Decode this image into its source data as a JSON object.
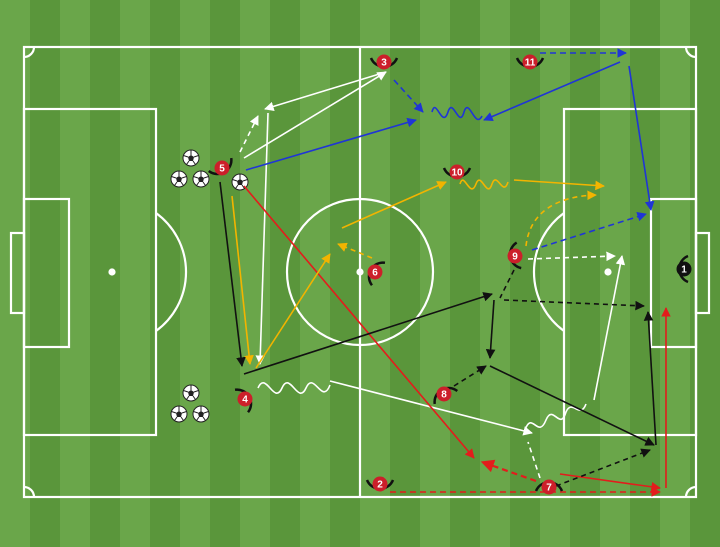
{
  "diagram": {
    "colors": {
      "grass_light": "#6aa64a",
      "grass_dark": "#5a963b",
      "lines": "#ffffff",
      "player": "#cc1f2a",
      "player_text": "#ffffff",
      "keeper": "#111111",
      "blue": "#1f35d6",
      "red": "#e31c1c",
      "orange": "#f2b400",
      "black": "#111111",
      "white": "#ffffff"
    },
    "players": [
      {
        "id": "p3",
        "number": "3"
      },
      {
        "id": "p11",
        "number": "11"
      },
      {
        "id": "p5",
        "number": "5"
      },
      {
        "id": "p10",
        "number": "10"
      },
      {
        "id": "p6",
        "number": "6"
      },
      {
        "id": "p9",
        "number": "9"
      },
      {
        "id": "p4",
        "number": "4"
      },
      {
        "id": "p8",
        "number": "8"
      },
      {
        "id": "p2",
        "number": "2"
      },
      {
        "id": "p7",
        "number": "7"
      },
      {
        "id": "gk",
        "number": "1",
        "role": "goalkeeper"
      }
    ],
    "ball_groups": [
      {
        "id": "balls-top",
        "count": 4
      },
      {
        "id": "balls-bottom",
        "count": 3
      }
    ],
    "movements": [
      {
        "id": "blue-run-5",
        "color": "blue",
        "style": "solid"
      },
      {
        "id": "blue-run-3",
        "color": "blue",
        "style": "dashed"
      },
      {
        "id": "red-run-5",
        "color": "red",
        "style": "solid"
      },
      {
        "id": "red-run-2",
        "color": "red",
        "style": "dashed"
      },
      {
        "id": "orange-pass-10",
        "color": "orange",
        "style": "solid"
      },
      {
        "id": "orange-dribble-10",
        "color": "orange",
        "style": "wavy"
      },
      {
        "id": "black-pass-4",
        "color": "black",
        "style": "solid"
      },
      {
        "id": "white-pass-4",
        "color": "white",
        "style": "solid"
      },
      {
        "id": "white-dribble-4",
        "color": "white",
        "style": "wavy"
      }
    ]
  }
}
